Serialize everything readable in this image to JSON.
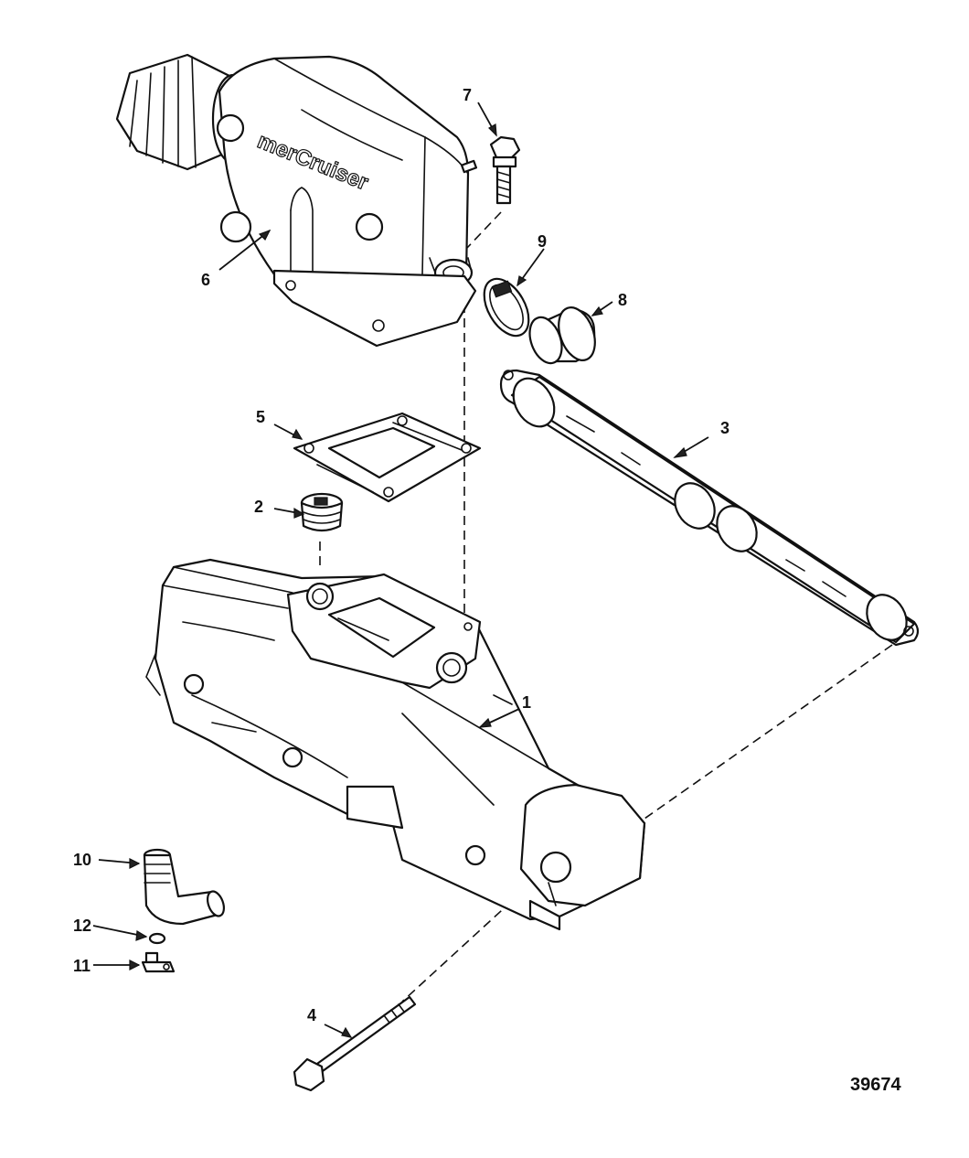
{
  "callouts": {
    "c1": "1",
    "c2": "2",
    "c3": "3",
    "c4": "4",
    "c5": "5",
    "c6": "6",
    "c7": "7",
    "c8": "8",
    "c9": "9",
    "c10": "10",
    "c11": "11",
    "c12": "12"
  },
  "figure_number": "39674",
  "elbow_logo_text": "merCruiser"
}
